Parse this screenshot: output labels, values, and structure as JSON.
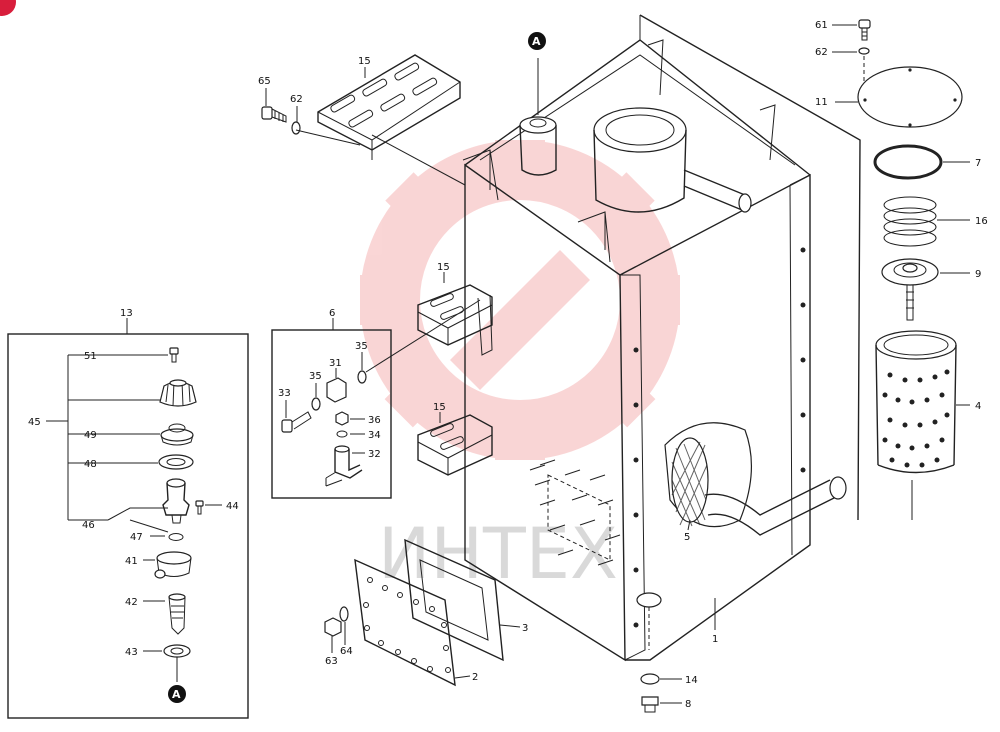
{
  "watermark": {
    "text": "ИНТЕХ",
    "color": "#f08a8a",
    "icon": "gear-wrench-icon"
  },
  "corner_badge": {
    "color": "#d81e3c"
  },
  "callouts": {
    "c1": "1",
    "c2": "2",
    "c3": "3",
    "c4": "4",
    "c5": "5",
    "c6": "6",
    "c7": "7",
    "c8": "8",
    "c9": "9",
    "c11": "11",
    "c13": "13",
    "c14": "14",
    "c15a": "15",
    "c15b": "15",
    "c15c": "15",
    "c16": "16",
    "c31": "31",
    "c32": "32",
    "c33": "33",
    "c34": "34",
    "c35a": "35",
    "c35b": "35",
    "c36": "36",
    "c41": "41",
    "c42": "42",
    "c43": "43",
    "c44": "44",
    "c45": "45",
    "c46": "46",
    "c47": "47",
    "c48": "48",
    "c49": "49",
    "c51": "51",
    "c61": "61",
    "c62a": "62",
    "c62b": "62",
    "c63": "63",
    "c64": "64",
    "c65": "65"
  },
  "ref_marker": {
    "top": "A",
    "bottom": "A"
  }
}
